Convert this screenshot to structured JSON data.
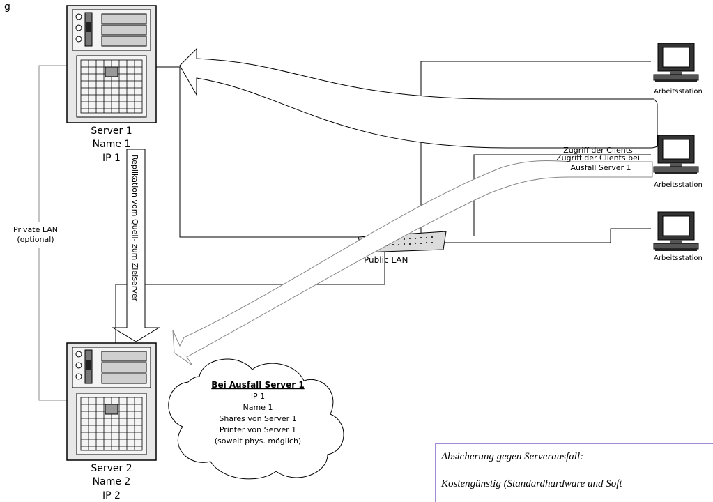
{
  "figure_number": "g",
  "servers": [
    {
      "lines": [
        "Server 1",
        "Name 1",
        "IP 1"
      ]
    },
    {
      "lines": [
        "Server 2",
        "Name 2",
        "IP 2"
      ]
    }
  ],
  "private_lan": {
    "lines": [
      "Private LAN",
      "(optional)"
    ]
  },
  "replication_label": "Replikation vom Quell- zum Zielserver",
  "public_lan_label": "Public LAN",
  "workstation_label": "Arbeitsstation",
  "client_access_label": "Zugriff der Clients",
  "failover_access": {
    "lines": [
      "Zugriff der Clients bei",
      "Ausfall Server 1"
    ]
  },
  "failover_cloud": {
    "title": "Bei Ausfall Server 1",
    "lines": [
      "IP 1",
      "Name 1",
      "Shares von Server 1",
      "Printer von Server 1",
      "(soweit phys. möglich)"
    ]
  },
  "summary_box": {
    "heading": "Absicherung gegen Serverausfall:",
    "line2": "Kostengünstig (Standardhardware und Soft"
  },
  "colors": {
    "line": "#000000",
    "arrow_fill": "#ffffff",
    "arrow_stroke": "#000000",
    "private_lan_line": "#888888",
    "box_border": "#a38ad6",
    "screen_fill": "#ffffff",
    "server_fill": "#e8e8e8"
  }
}
